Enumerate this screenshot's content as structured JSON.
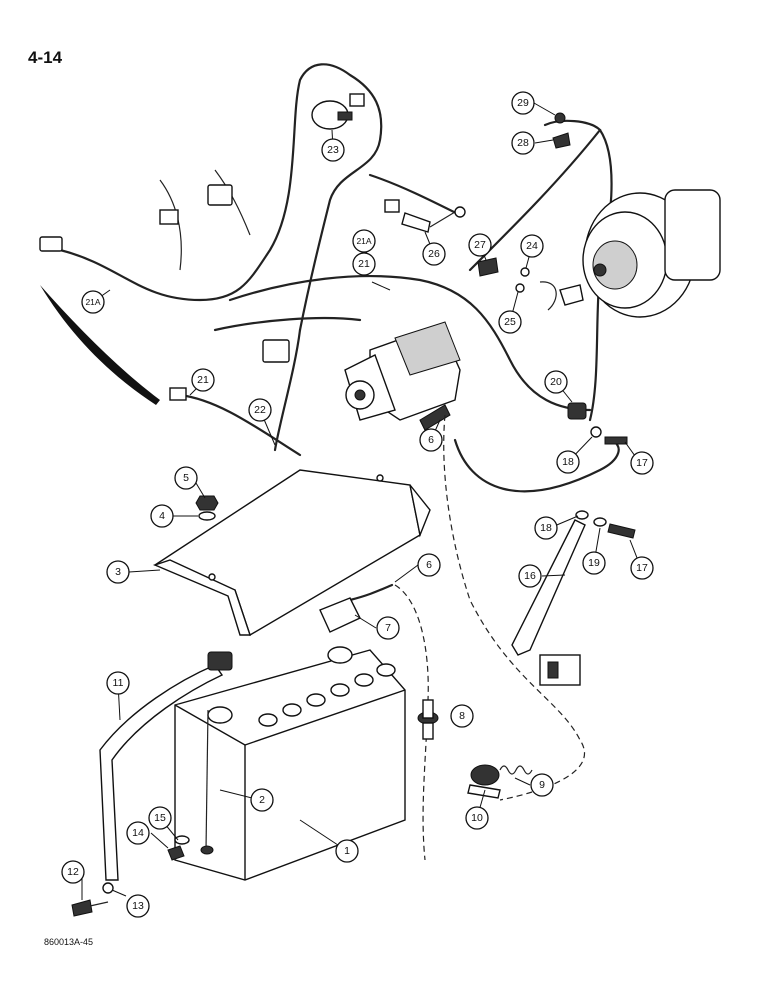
{
  "page_number": "4-14",
  "document_code": "860013A-45",
  "callouts": [
    {
      "id": "1"
    },
    {
      "id": "2"
    },
    {
      "id": "3"
    },
    {
      "id": "4"
    },
    {
      "id": "5"
    },
    {
      "id": "6"
    },
    {
      "id": "6"
    },
    {
      "id": "7"
    },
    {
      "id": "8"
    },
    {
      "id": "9"
    },
    {
      "id": "10"
    },
    {
      "id": "11"
    },
    {
      "id": "12"
    },
    {
      "id": "13"
    },
    {
      "id": "14"
    },
    {
      "id": "15"
    },
    {
      "id": "16"
    },
    {
      "id": "17"
    },
    {
      "id": "17"
    },
    {
      "id": "18"
    },
    {
      "id": "18"
    },
    {
      "id": "19"
    },
    {
      "id": "20"
    },
    {
      "id": "21"
    },
    {
      "id": "21"
    },
    {
      "id": "21A"
    },
    {
      "id": "21A"
    },
    {
      "id": "22"
    },
    {
      "id": "23"
    },
    {
      "id": "24"
    },
    {
      "id": "25"
    },
    {
      "id": "26"
    },
    {
      "id": "27"
    },
    {
      "id": "28"
    },
    {
      "id": "29"
    }
  ]
}
